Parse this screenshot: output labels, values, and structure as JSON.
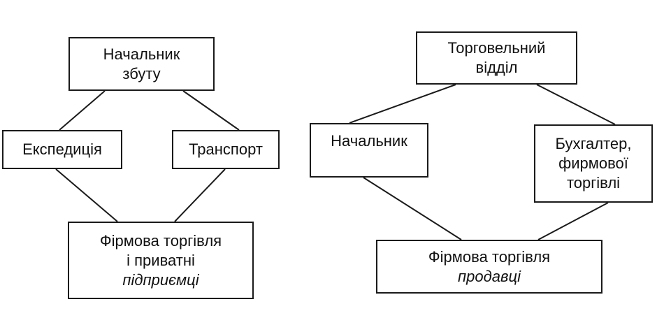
{
  "left_diagram": {
    "head": {
      "lines": [
        "Начальник",
        "збуту"
      ]
    },
    "branch_left": {
      "lines": [
        "Експедиція"
      ]
    },
    "branch_right": {
      "lines": [
        "Транспорт"
      ]
    },
    "bottom": {
      "lines": [
        "Фірмова торгівля",
        "і приватні",
        "підприємці"
      ]
    }
  },
  "right_diagram": {
    "head": {
      "lines": [
        "Торговельний",
        "відділ"
      ]
    },
    "branch_left": {
      "lines": [
        "Начальник"
      ]
    },
    "branch_right": {
      "lines": [
        "Бухгалтер,",
        "фирмової",
        "торгівлі"
      ]
    },
    "bottom": {
      "lines": [
        "Фірмова торгівля",
        "продавці"
      ]
    }
  }
}
